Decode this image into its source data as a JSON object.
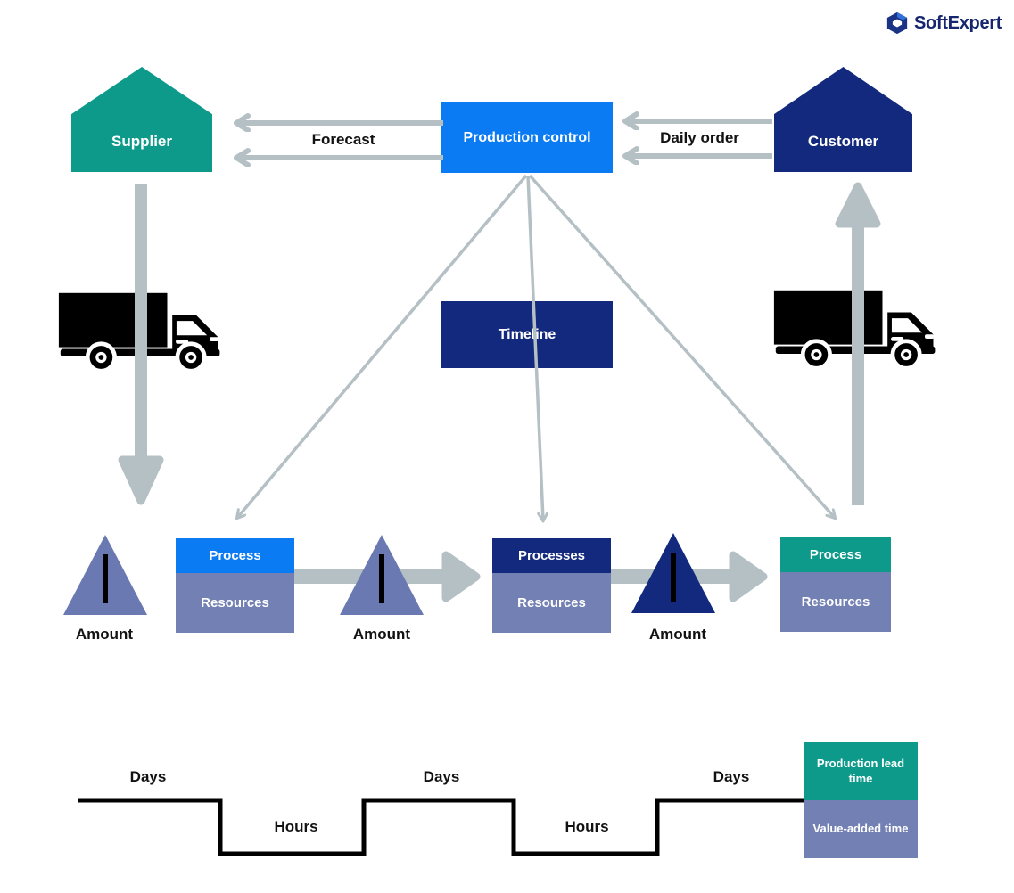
{
  "logo": {
    "name": "SoftExpert",
    "icon": "hexagon-logo-icon"
  },
  "top": {
    "supplier": "Supplier",
    "production_control": "Production control",
    "customer": "Customer",
    "forecast": "Forecast",
    "daily_order": "Daily order"
  },
  "middle": {
    "timeline": "Timeline"
  },
  "stream": {
    "amounts": [
      "Amount",
      "Amount",
      "Amount"
    ],
    "boxes": [
      {
        "top": "Process",
        "bottom": "Resources",
        "top_color": "#0a7bf2"
      },
      {
        "top": "Processes",
        "bottom": "Resources",
        "top_color": "#13297e"
      },
      {
        "top": "Process",
        "bottom": "Resources",
        "top_color": "#0d9a8b"
      }
    ],
    "shipping_icon": "truck-icon"
  },
  "lead_chart": {
    "labels_high": [
      "Days",
      "Days",
      "Days"
    ],
    "labels_low": [
      "Hours",
      "Hours"
    ],
    "legend": [
      {
        "label": "Production lead time",
        "color": "#0d9a8b"
      },
      {
        "label": "Value-added time",
        "color": "#7380b4"
      }
    ]
  },
  "colors": {
    "teal": "#0d9a8b",
    "bright-blue": "#0a7bf2",
    "navy": "#13297e",
    "slate": "#7380b4",
    "slate-tri": "#6b79b2",
    "arrow-gray": "#b5c0c5",
    "ink": "#121212",
    "logo-navy": "#16276f",
    "logo-blue": "#3072d9"
  }
}
